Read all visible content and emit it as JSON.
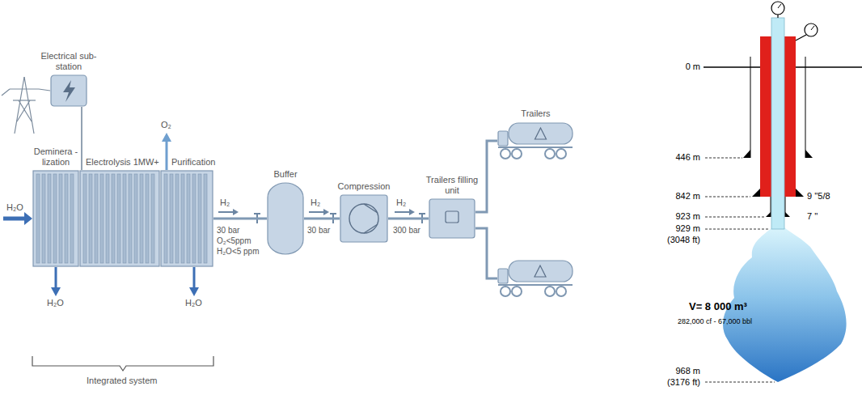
{
  "diagram": {
    "nodes": [
      {
        "text": [
          "Electrical sub-station"
        ]
      },
      {
        "text": [
          "Deminera -lization"
        ]
      },
      {
        "text": [
          "Electrolysis 1MW+"
        ]
      },
      {
        "text": [
          "Purification"
        ]
      },
      {
        "text": [
          "Buffer"
        ]
      },
      {
        "text": [
          "Compression"
        ]
      },
      {
        "text": [
          "Trailers filling unit"
        ]
      },
      {
        "text": [
          "Trailers"
        ]
      }
    ],
    "edges": [
      {
        "from": 0,
        "to": 2,
        "arrow": "none"
      },
      {
        "from": 3,
        "to": 4,
        "arrow": "none"
      },
      {
        "from": 4,
        "to": 5,
        "arrow": "none"
      },
      {
        "from": 5,
        "to": 6,
        "arrow": "none"
      },
      {
        "from": 6,
        "to": 7,
        "arrow": "none"
      }
    ],
    "labels": [
      "H₂O",
      "O₂",
      "H₂O",
      "H₂O",
      "H₂",
      "30 bar",
      "O₂<5ppm",
      "H₂O<5 ppm",
      "H₂",
      "30 bar",
      "H₂",
      "300 bar",
      "Integrated system",
      "0 m",
      "446 m",
      "842 m",
      "9 ''5/8",
      "923 m",
      "7 ''",
      "929 m",
      "(3048 ft)",
      "V= 8 000 m³",
      "282,000 cf - 67,000 bbl",
      "968 m",
      "(3176 ft)"
    ]
  }
}
